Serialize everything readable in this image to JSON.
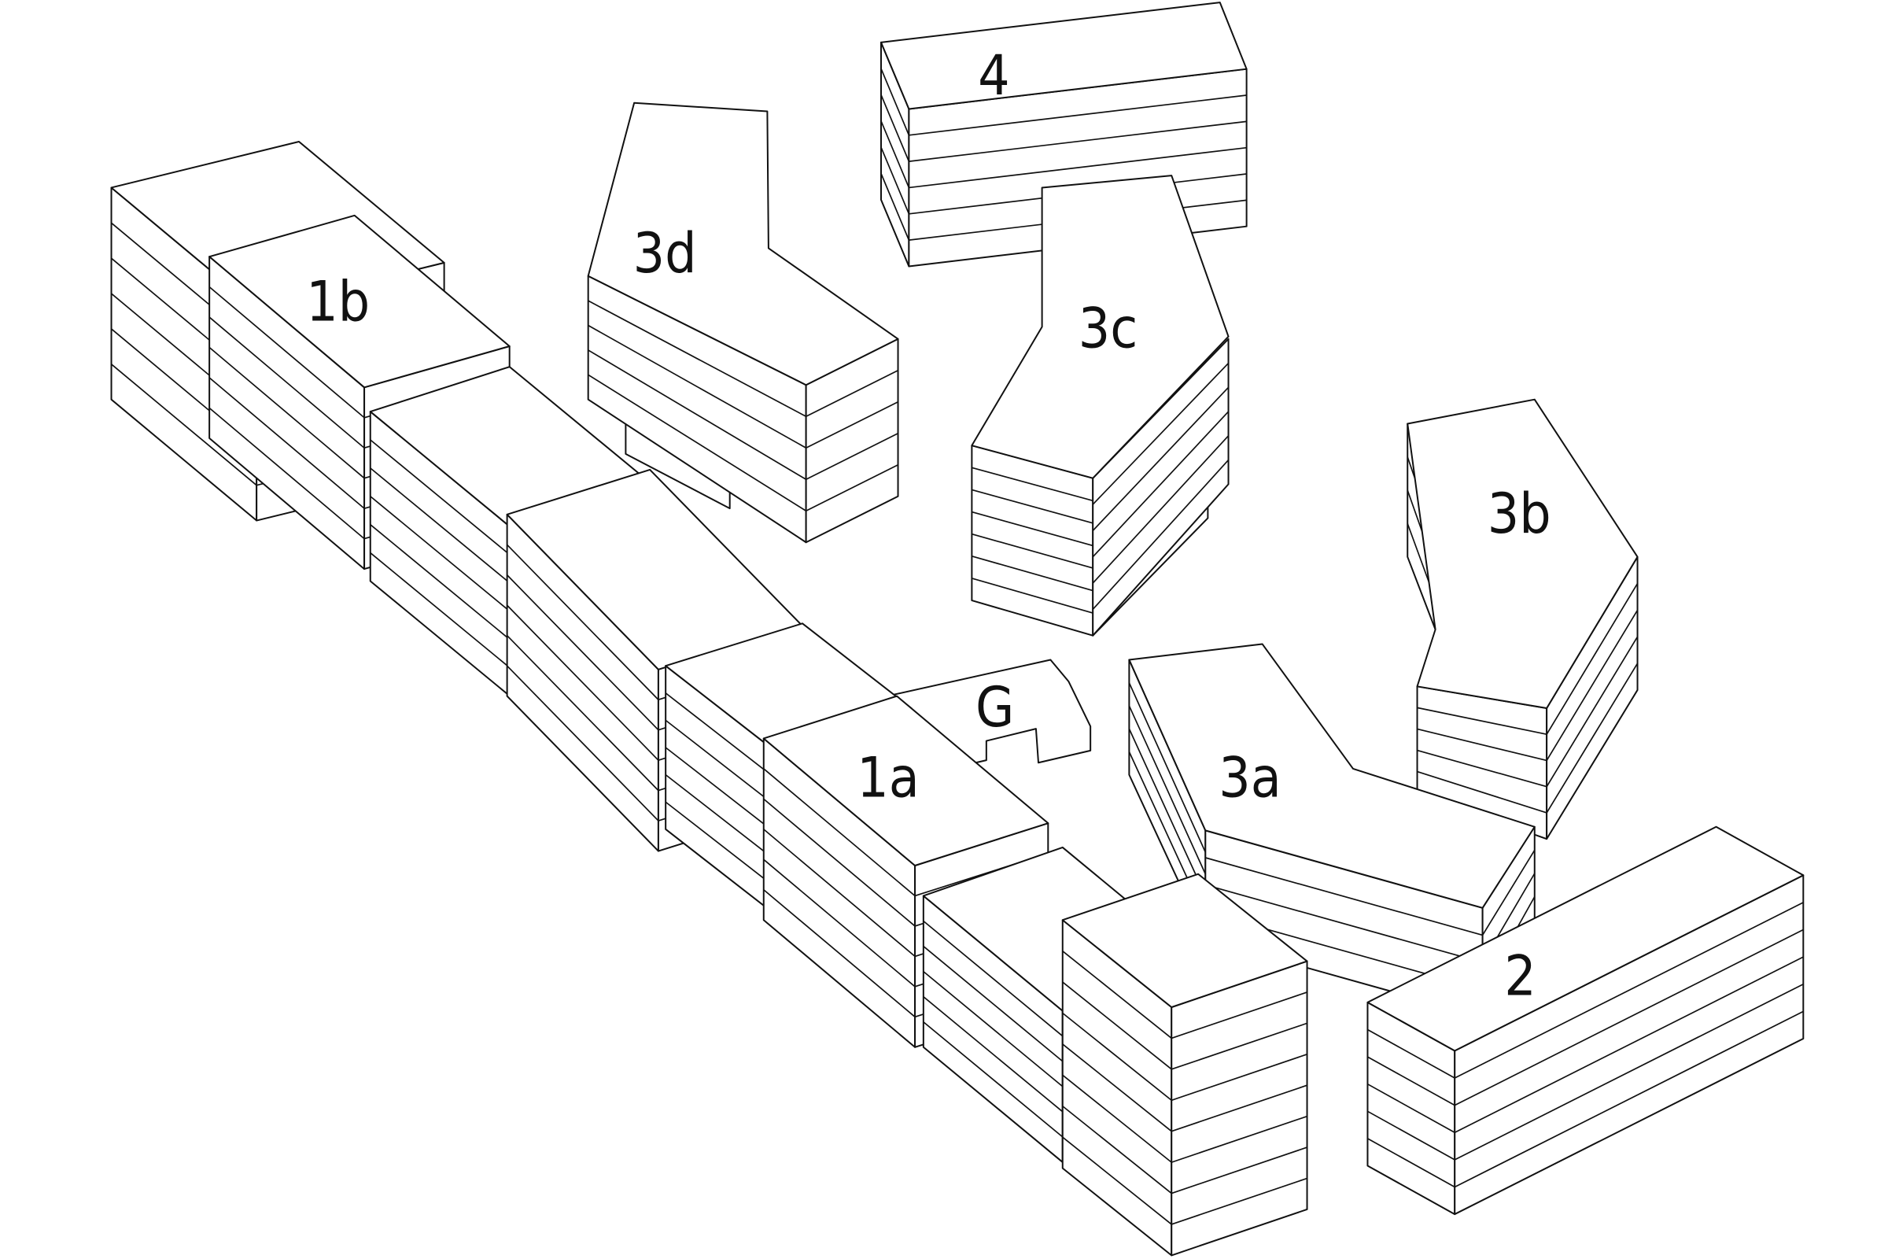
{
  "diagram": {
    "type": "axonometric site massing",
    "colors": {
      "line": "#111111",
      "fill": "#ffffff"
    },
    "labels": {
      "b4": "4",
      "b3d": "3d",
      "b1b": "1b",
      "b3c": "3c",
      "b3b": "3b",
      "bG": "G",
      "b1a": "1a",
      "b3a": "3a",
      "b2": "2"
    }
  }
}
